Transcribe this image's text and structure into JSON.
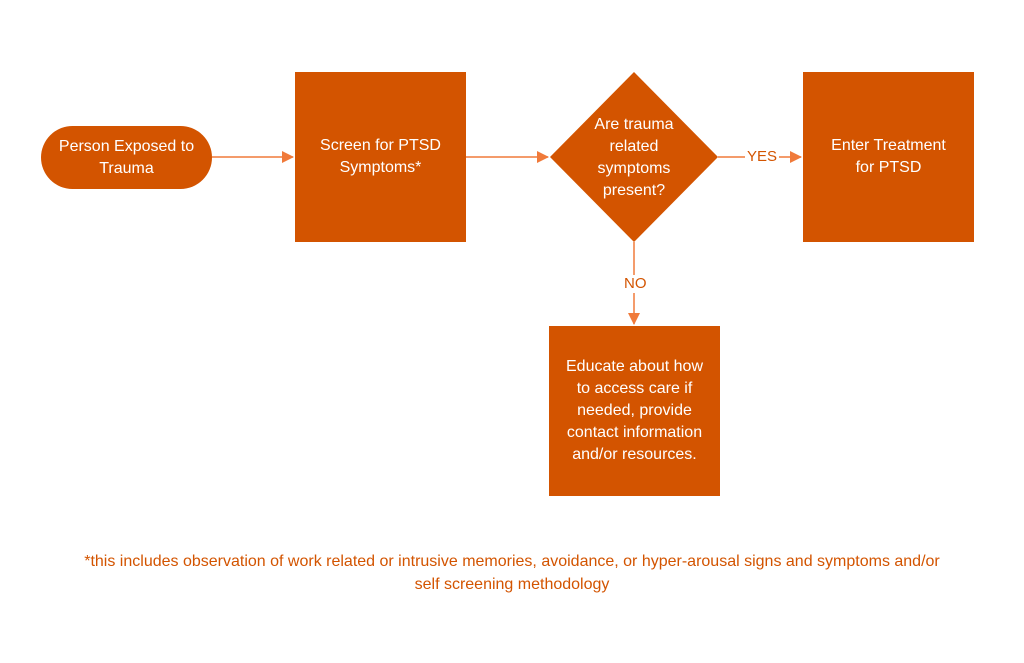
{
  "colors": {
    "shape_fill": "#d35400",
    "shape_text": "#ffffff",
    "connector": "#f07a3a",
    "label_text": "#d35400"
  },
  "nodes": {
    "start": {
      "label": "Person Exposed to\nTrauma"
    },
    "screen": {
      "label": "Screen for PTSD\nSymptoms*"
    },
    "decision": {
      "label": "Are trauma\nrelated\nsymptoms\npresent?"
    },
    "treatment": {
      "label": "Enter Treatment\nfor PTSD"
    },
    "educate": {
      "label": "Educate about how\nto access care if\nneeded, provide\ncontact information\nand/or resources."
    }
  },
  "edges": {
    "yes_label": "YES",
    "no_label": "NO"
  },
  "footnote": "*this includes observation of work related or intrusive memories, avoidance, or hyper-arousal signs and symptoms and/or\nself screening methodology"
}
